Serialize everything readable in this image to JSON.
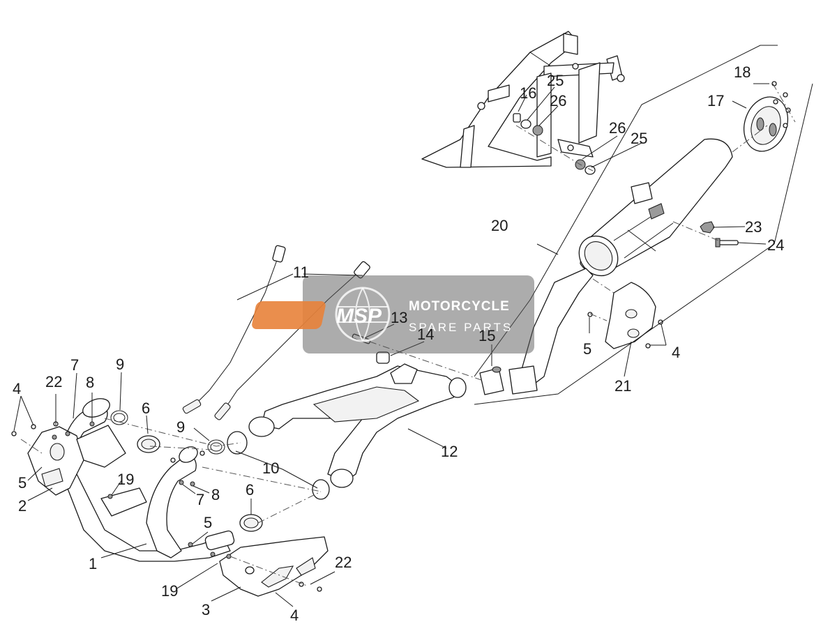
{
  "watermark": {
    "logo": "MSP",
    "line1": "MOTORCYCLE",
    "line2": "SPARE PARTS",
    "accent_color": "#e8823a"
  },
  "callouts": [
    "1",
    "2",
    "3",
    "4",
    "4",
    "4",
    "5",
    "5",
    "5",
    "6",
    "6",
    "7",
    "7",
    "8",
    "8",
    "9",
    "9",
    "10",
    "11",
    "12",
    "13",
    "14",
    "15",
    "16",
    "17",
    "18",
    "19",
    "19",
    "20",
    "21",
    "22",
    "22",
    "23",
    "24",
    "25",
    "25",
    "26",
    "26"
  ]
}
